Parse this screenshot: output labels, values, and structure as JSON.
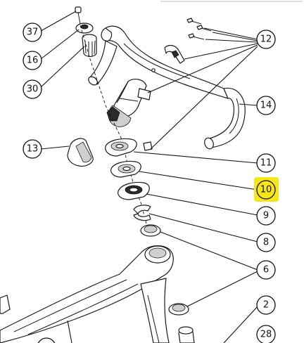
{
  "highlight_color": "#f7e61a",
  "callouts": [
    {
      "id": "37",
      "label": "37",
      "highlighted": false
    },
    {
      "id": "16",
      "label": "16",
      "highlighted": false
    },
    {
      "id": "30",
      "label": "30",
      "highlighted": false
    },
    {
      "id": "12",
      "label": "12",
      "highlighted": false
    },
    {
      "id": "14",
      "label": "14",
      "highlighted": false
    },
    {
      "id": "13",
      "label": "13",
      "highlighted": false
    },
    {
      "id": "11",
      "label": "11",
      "highlighted": false
    },
    {
      "id": "10",
      "label": "10",
      "highlighted": true
    },
    {
      "id": "9",
      "label": "9",
      "highlighted": false
    },
    {
      "id": "8",
      "label": "8",
      "highlighted": false
    },
    {
      "id": "6",
      "label": "6",
      "highlighted": false
    },
    {
      "id": "2",
      "label": "2",
      "highlighted": false
    },
    {
      "id": "28",
      "label": "28",
      "highlighted": false
    }
  ]
}
